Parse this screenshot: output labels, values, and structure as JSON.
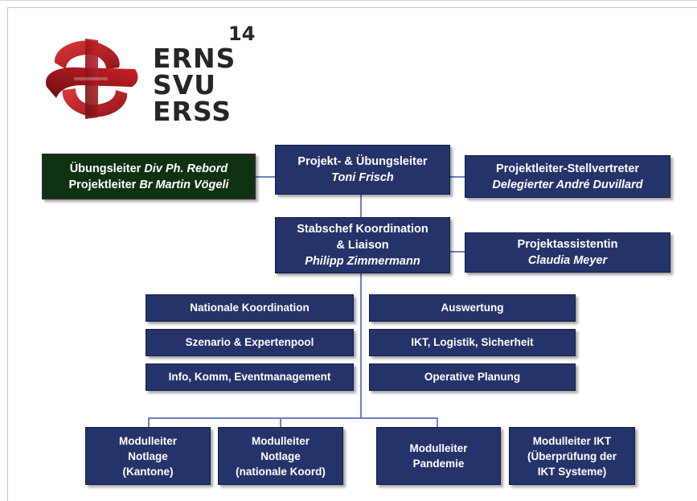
{
  "logo": {
    "lines": [
      "ERNS",
      "SVU",
      "ERSS"
    ],
    "superscript": "14",
    "colors": {
      "dark_red": "#8e1418",
      "red": "#d12a2f",
      "text": "#262626"
    }
  },
  "top": {
    "left": {
      "line1_prefix": "Übungsleiter",
      "line1_name": "Div Ph. Rebord",
      "line2_prefix": "Projektleiter",
      "line2_name": "Br Martin Vögeli"
    },
    "center": {
      "title": "Projekt- & Übungsleiter",
      "name": "Toni Frisch"
    },
    "right": {
      "title": "Projektleiter-Stellvertreter",
      "name": "Delegierter André Duvillard"
    }
  },
  "second": {
    "chief": {
      "line1": "Stabschef Koordination",
      "line2": "& Liaison",
      "name": "Philipp Zimmermann"
    },
    "assistant": {
      "title": "Projektassistentin",
      "name": "Claudia Meyer"
    }
  },
  "units": {
    "left": [
      "Nationale Koordination",
      "Szenario & Expertenpool",
      "Info, Komm, Eventmanagement"
    ],
    "right": [
      "Auswertung",
      "IKT, Logistik, Sicherheit",
      "Operative Planung"
    ]
  },
  "modules": [
    {
      "lines": [
        "Modulleiter",
        "Notlage",
        "(Kantone)"
      ]
    },
    {
      "lines": [
        "Modulleiter",
        "Notlage",
        "(nationale Koord)"
      ]
    },
    {
      "lines": [
        "Modulleiter",
        "Pandemie"
      ]
    },
    {
      "lines": [
        "Modulleiter IKT",
        "(Überprüfung der",
        "IKT Systeme)"
      ]
    }
  ],
  "colors": {
    "box": "#25336b",
    "box_green": "#0f3212",
    "connector": "#6f80c6"
  }
}
